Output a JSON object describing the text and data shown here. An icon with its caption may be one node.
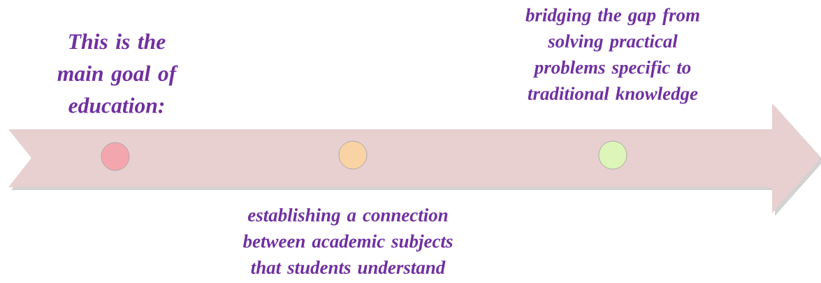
{
  "diagram": {
    "nodes": [
      {
        "text": [],
        "shape": "arrow"
      },
      {
        "text": [],
        "shape": "circle",
        "in": 0,
        "beside": [
          "This is the main goal of education:"
        ]
      },
      {
        "text": [],
        "shape": "circle",
        "in": 0,
        "beside": [
          "establishing a connection between academic subjects that students understand"
        ]
      },
      {
        "text": [],
        "shape": "circle",
        "in": 0,
        "beside": [
          "bridging the gap from solving practical problems specific to traditional knowledge"
        ]
      }
    ],
    "edges": []
  }
}
